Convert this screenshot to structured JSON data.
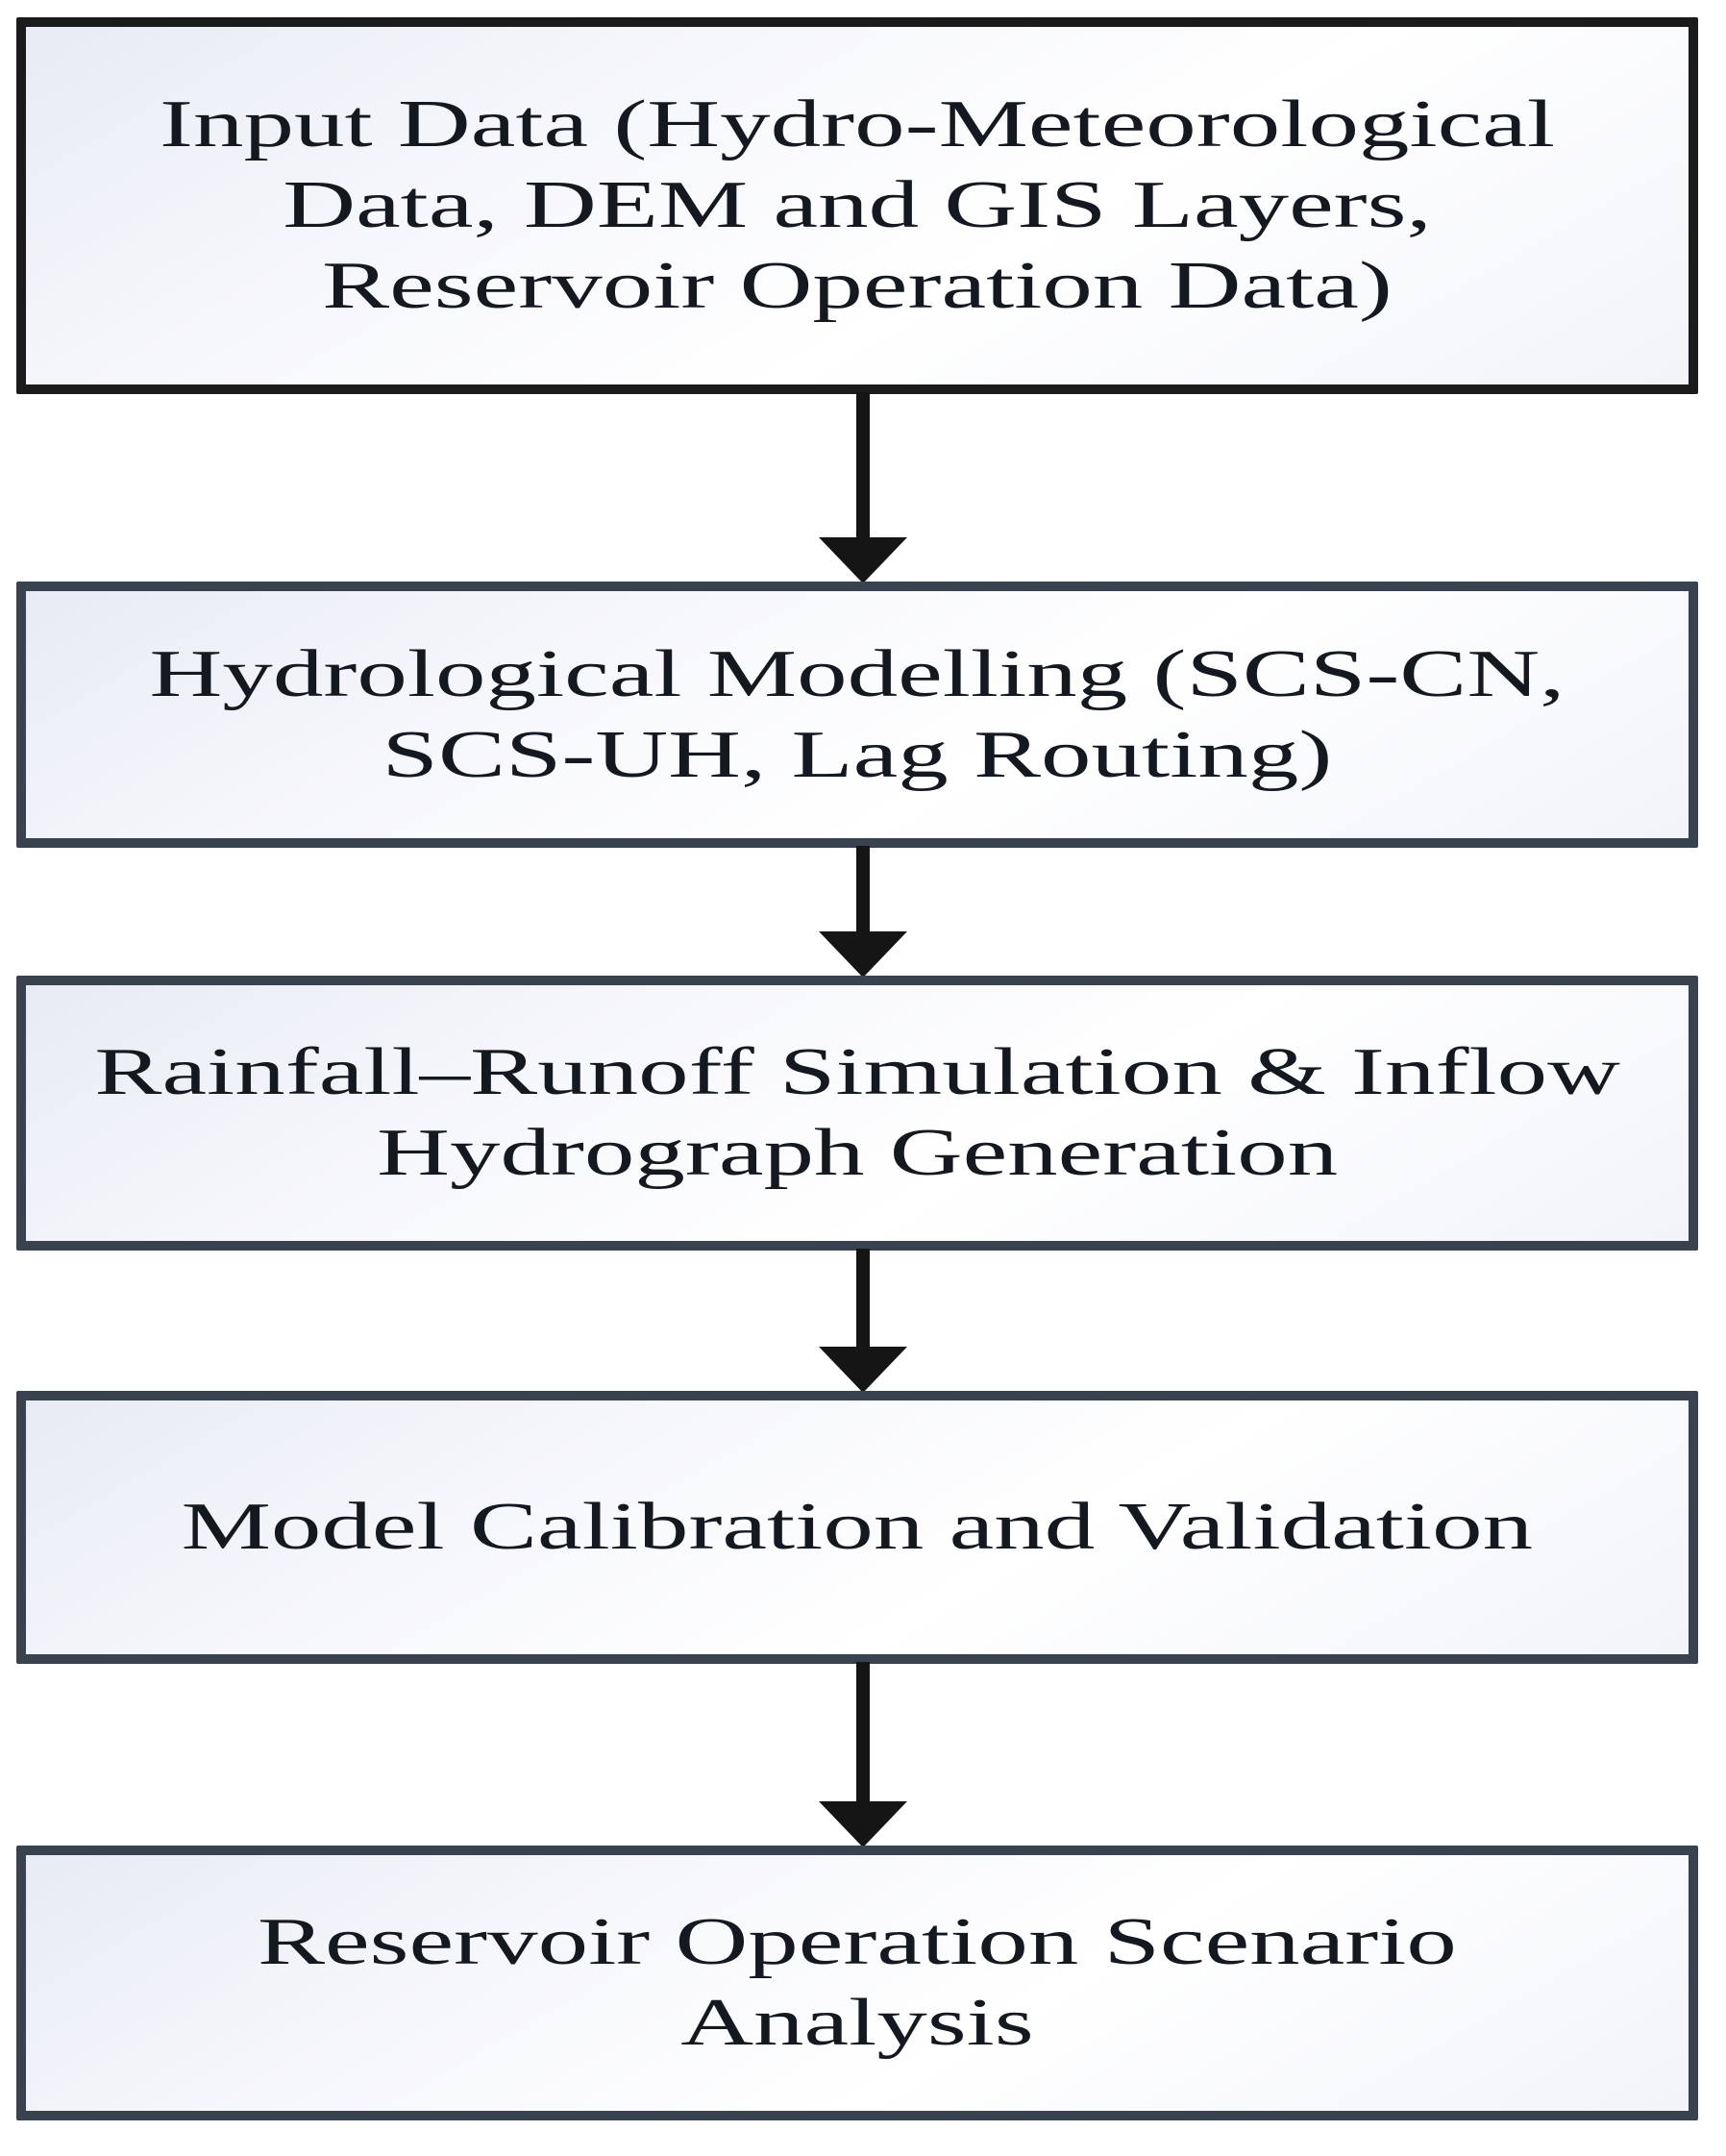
{
  "diagram": {
    "type": "flowchart",
    "direction": "top-down",
    "steps": [
      {
        "id": "input-data",
        "lines": [
          "Input Data (Hydro-Meteorological",
          "Data, DEM and GIS Layers,",
          "Reservoir Operation Data)"
        ]
      },
      {
        "id": "hydrological-modelling",
        "lines": [
          "Hydrological Modelling (SCS-CN,",
          "SCS-UH, Lag Routing)"
        ]
      },
      {
        "id": "rainfall-runoff-simulation",
        "lines": [
          "Rainfall–Runoff Simulation & Inflow",
          "Hydrograph Generation"
        ]
      },
      {
        "id": "model-calibration-validation",
        "lines": [
          "Model Calibration and Validation"
        ]
      },
      {
        "id": "reservoir-operation-scenario",
        "lines": [
          "Reservoir Operation Scenario",
          "Analysis"
        ]
      }
    ],
    "connections": [
      {
        "from": "input-data",
        "to": "hydrological-modelling"
      },
      {
        "from": "hydrological-modelling",
        "to": "rainfall-runoff-simulation"
      },
      {
        "from": "rainfall-runoff-simulation",
        "to": "model-calibration-validation"
      },
      {
        "from": "model-calibration-validation",
        "to": "reservoir-operation-scenario"
      }
    ],
    "colors": {
      "box1_border": "#1b1b1b",
      "box_border": "#39434f",
      "arrow": "#151515",
      "text": "#141821",
      "fill_edge": "#e8ebf4",
      "fill_center": "#ffffff"
    }
  }
}
